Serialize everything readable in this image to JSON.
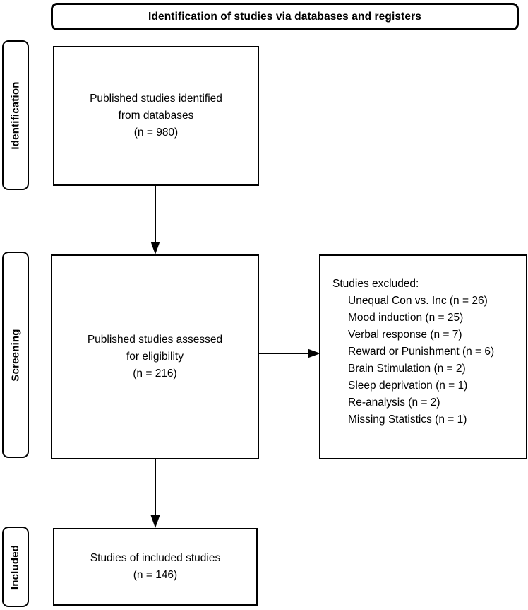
{
  "header": {
    "title": "Identification of studies via databases and registers"
  },
  "stages": [
    {
      "id": "identification",
      "label": "Identification"
    },
    {
      "id": "screening",
      "label": "Screening"
    },
    {
      "id": "included",
      "label": "Included"
    }
  ],
  "boxes": {
    "identified": {
      "text": "Published studies identified\nfrom databases\n(n = 980)",
      "count": 980
    },
    "eligibility": {
      "text": "Published studies assessed\nfor eligibility\n(n = 216)",
      "count": 216
    },
    "included": {
      "text": "Studies of included studies\n(n = 146)",
      "count": 146
    },
    "excluded": {
      "title": "Studies excluded:",
      "items": [
        {
          "reason": "Unequal Con vs. Inc",
          "n": 26,
          "label": "Unequal Con vs. Inc (n = 26)"
        },
        {
          "reason": "Mood induction",
          "n": 25,
          "label": "Mood induction (n = 25)"
        },
        {
          "reason": "Verbal response",
          "n": 7,
          "label": "Verbal response (n = 7)"
        },
        {
          "reason": "Reward or Punishment",
          "n": 6,
          "label": "Reward or Punishment (n = 6)"
        },
        {
          "reason": "Brain Stimulation",
          "n": 2,
          "label": "Brain Stimulation (n = 2)"
        },
        {
          "reason": "Sleep deprivation",
          "n": 1,
          "label": "Sleep deprivation (n = 1)"
        },
        {
          "reason": "Re-analysis",
          "n": 2,
          "label": "Re-analysis (n = 2)"
        },
        {
          "reason": "Missing Statistics",
          "n": 1,
          "label": "Missing Statistics (n = 1)"
        }
      ]
    }
  },
  "arrows": [
    {
      "id": "identified-to-eligibility",
      "direction": "down"
    },
    {
      "id": "eligibility-to-excluded",
      "direction": "right"
    },
    {
      "id": "eligibility-to-included",
      "direction": "down"
    }
  ],
  "colors": {
    "stroke": "#000000",
    "background": "#ffffff",
    "text": "#000000"
  }
}
